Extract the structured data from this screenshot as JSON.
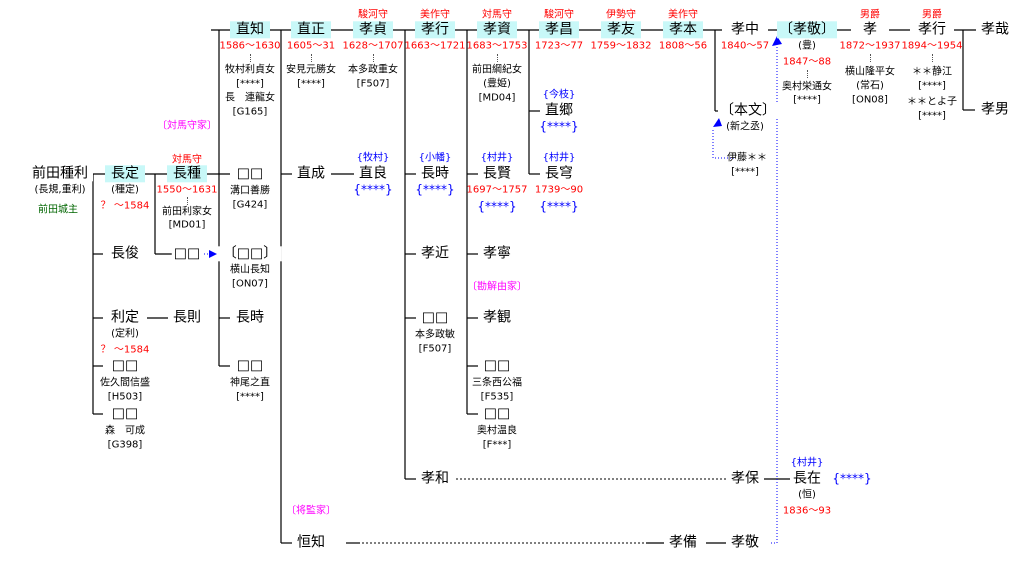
{
  "houses": {
    "tsushima": "〔対馬守家〕",
    "kageyu": "〔勘解由家〕",
    "shogen": "〔将監家〕"
  },
  "root": {
    "name": "前田種利",
    "alias": "(長規,重利)",
    "title": "前田城主"
  },
  "nagasada": {
    "name": "長定",
    "alias": "(種定)",
    "date": "？ ～1584"
  },
  "nagatane": {
    "title": "対馬守",
    "name": "長種",
    "date": "1550～1631",
    "spouse": "前田利家女",
    "code": "[MD01]"
  },
  "nagatoshi_a": {
    "name": "長俊"
  },
  "unk1": {
    "name": "□□"
  },
  "unk1b": {
    "name": "〔□□〕",
    "spouse": "横山長知",
    "code": "[ON07]"
  },
  "toshisada": {
    "name": "利定",
    "alias": "(定利)",
    "date": "？ ～1584"
  },
  "naganori": {
    "name": "長則"
  },
  "nagatoki_a": {
    "name": "長時"
  },
  "dau1": {
    "name": "□□",
    "spouse": "佐久間信盛",
    "code": "[H503]"
  },
  "dau2": {
    "name": "□□",
    "spouse": "森　可成",
    "code": "[G398]"
  },
  "dau3": {
    "name": "□□",
    "spouse": "溝口善勝",
    "code": "[G424]"
  },
  "dau4": {
    "name": "□□",
    "spouse": "神尾之直",
    "code": "[****]"
  },
  "naochika": {
    "name": "直知",
    "date": "1586～1630",
    "sp1": "牧村利貞女",
    "sp1c": "[****]",
    "sp2": "長　連龍女",
    "sp2c": "[G165]"
  },
  "naomasa": {
    "name": "直正",
    "date": "1605～31",
    "sp": "安見元勝女",
    "spc": "[****]"
  },
  "naonari": {
    "name": "直成"
  },
  "naoyoshi": {
    "house": "{牧村}",
    "name": "直良",
    "code": "{****}"
  },
  "takasada": {
    "title": "駿河守",
    "name": "孝貞",
    "date": "1628～1707",
    "sp": "本多政重女",
    "spc": "[F507]"
  },
  "takayuki": {
    "title": "美作守",
    "name": "孝行",
    "date": "1663～1721"
  },
  "nagatoki_b": {
    "house": "{小幡}",
    "name": "長時",
    "code": "{****}"
  },
  "takachika": {
    "name": "孝近"
  },
  "dau5": {
    "name": "□□",
    "spouse": "本多政敏",
    "code": "[F507]"
  },
  "takakazu": {
    "name": "孝和"
  },
  "tsunetomo": {
    "name": "恒知"
  },
  "takasuke": {
    "title": "対馬守",
    "name": "孝資",
    "date": "1683～1753",
    "sp": "前田綱紀女",
    "sp2": "(豊姫)",
    "spc": "[MD04]"
  },
  "nagakata": {
    "house": "{村井}",
    "name": "長賢",
    "date": "1697～1757",
    "code": "{****}"
  },
  "takayasu": {
    "name": "孝寧"
  },
  "takami": {
    "name": "孝観"
  },
  "dau6": {
    "name": "□□",
    "spouse": "三条西公福",
    "code": "[F535]"
  },
  "dau7": {
    "name": "□□",
    "spouse": "奥村温良",
    "code": "[F***]"
  },
  "takamasa": {
    "title": "駿河守",
    "name": "孝昌",
    "date": "1723～77"
  },
  "naosato": {
    "house": "{今枝}",
    "name": "直郷",
    "code": "{****}"
  },
  "nagahiro": {
    "house": "{村井}",
    "name": "長穹",
    "date": "1739～90",
    "code": "{****}"
  },
  "takatomo": {
    "title": "伊勢守",
    "name": "孝友",
    "date": "1759～1832"
  },
  "takamoto": {
    "title": "美作守",
    "name": "孝本",
    "date": "1808～56"
  },
  "takanaka": {
    "name": "孝中",
    "date": "1840～57"
  },
  "honbun": {
    "name": "〔本文〕",
    "alias": "(新之丞)",
    "from": "伊藤＊＊",
    "code": "[****]"
  },
  "takatoshi": {
    "name": "〔孝敬〕",
    "alias": "(豊)",
    "date": "1847～88",
    "sp": "奥村栄通女",
    "spc": "[****]"
  },
  "taka": {
    "title": "男爵",
    "name": "孝",
    "date": "1872～1937",
    "sp": "横山隆平女",
    "sp2": "(常石)",
    "spc": "[ON08]"
  },
  "takayuki2": {
    "title": "男爵",
    "name": "孝行",
    "date": "1894～1954",
    "sp1": "＊＊静江",
    "sp1c": "[****]",
    "sp2": "＊＊とよ子",
    "sp2c": "[****]"
  },
  "takaya": {
    "name": "孝哉"
  },
  "takao": {
    "name": "孝男"
  },
  "takayasu2": {
    "name": "孝保"
  },
  "nagaari": {
    "house": "{村井}",
    "name": "長在",
    "alias": "(恒)",
    "date": "1836～93",
    "code": "{****}"
  },
  "takanari": {
    "name": "孝備"
  },
  "takatoshi2": {
    "name": "孝敬"
  }
}
